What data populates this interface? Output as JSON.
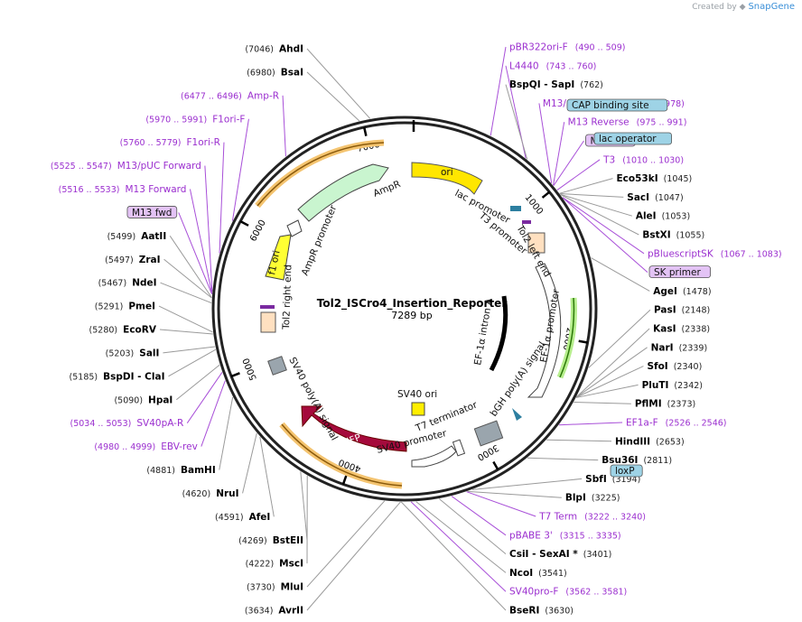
{
  "logo": {
    "prefix": "Created by",
    "brand": "SnapGene"
  },
  "plasmid": {
    "name": "Tol2_ISCro4_Insertion_Reporter",
    "size_label": "7289 bp",
    "length": 7289
  },
  "ticks": [
    {
      "pos": 1000,
      "label": "1000"
    },
    {
      "pos": 2000,
      "label": "2000"
    },
    {
      "pos": 3000,
      "label": "3000"
    },
    {
      "pos": 4000,
      "label": "4000"
    },
    {
      "pos": 5000,
      "label": "5000"
    },
    {
      "pos": 6000,
      "label": "6000"
    },
    {
      "pos": 7000,
      "label": "7000"
    }
  ],
  "sites": [
    {
      "name": "AhdI",
      "num": "(7046)",
      "pos": 7046,
      "side": "L"
    },
    {
      "name": "BsaI",
      "num": "(6980)",
      "pos": 6980,
      "side": "L"
    },
    {
      "name": "BspQI   - SapI",
      "num": "(762)",
      "pos": 762,
      "side": "R"
    },
    {
      "name": "Eco53kI",
      "num": "(1045)",
      "pos": 1045,
      "side": "R"
    },
    {
      "name": "SacI",
      "num": "(1047)",
      "pos": 1047,
      "side": "R"
    },
    {
      "name": "AleI",
      "num": "(1053)",
      "pos": 1053,
      "side": "R"
    },
    {
      "name": "BstXI",
      "num": "(1055)",
      "pos": 1055,
      "side": "R"
    },
    {
      "name": "AgeI",
      "num": "(1478)",
      "pos": 1478,
      "side": "R"
    },
    {
      "name": "PasI",
      "num": "(2148)",
      "pos": 2148,
      "side": "R"
    },
    {
      "name": "KasI",
      "num": "(2338)",
      "pos": 2338,
      "side": "R"
    },
    {
      "name": "NarI",
      "num": "(2339)",
      "pos": 2339,
      "side": "R"
    },
    {
      "name": "SfoI",
      "num": "(2340)",
      "pos": 2340,
      "side": "R"
    },
    {
      "name": "PluTI",
      "num": "(2342)",
      "pos": 2342,
      "side": "R"
    },
    {
      "name": "PflMI",
      "num": "(2373)",
      "pos": 2373,
      "side": "R"
    },
    {
      "name": "HindIII",
      "num": "(2653)",
      "pos": 2653,
      "side": "R"
    },
    {
      "name": "Bsu36I",
      "num": "(2811)",
      "pos": 2811,
      "side": "R"
    },
    {
      "name": "SbfI",
      "num": "(3194)",
      "pos": 3194,
      "side": "R"
    },
    {
      "name": "BlpI",
      "num": "(3225)",
      "pos": 3225,
      "side": "R"
    },
    {
      "name": "CsiI   - SexAI *",
      "num": "(3401)",
      "pos": 3401,
      "side": "R"
    },
    {
      "name": "NcoI",
      "num": "(3541)",
      "pos": 3541,
      "side": "R"
    },
    {
      "name": "BseRI",
      "num": "(3630)",
      "pos": 3630,
      "side": "R"
    },
    {
      "name": "AvrII",
      "num": "(3634)",
      "pos": 3634,
      "side": "L"
    },
    {
      "name": "MluI",
      "num": "(3730)",
      "pos": 3730,
      "side": "L"
    },
    {
      "name": "MscI",
      "num": "(4222)",
      "pos": 4222,
      "side": "L"
    },
    {
      "name": "BstEII",
      "num": "(4269)",
      "pos": 4269,
      "side": "L"
    },
    {
      "name": "AfeI",
      "num": "(4591)",
      "pos": 4591,
      "side": "L"
    },
    {
      "name": "NruI",
      "num": "(4620)",
      "pos": 4620,
      "side": "L"
    },
    {
      "name": "BamHI",
      "num": "(4881)",
      "pos": 4881,
      "side": "L"
    },
    {
      "name": "HpaI",
      "num": "(5090)",
      "pos": 5090,
      "side": "L"
    },
    {
      "name": "BspDI   - ClaI",
      "num": "(5185)",
      "pos": 5185,
      "side": "L"
    },
    {
      "name": "SalI",
      "num": "(5203)",
      "pos": 5203,
      "side": "L"
    },
    {
      "name": "EcoRV",
      "num": "(5280)",
      "pos": 5280,
      "side": "L"
    },
    {
      "name": "PmeI",
      "num": "(5291)",
      "pos": 5291,
      "side": "L"
    },
    {
      "name": "NdeI",
      "num": "(5467)",
      "pos": 5467,
      "side": "L"
    },
    {
      "name": "ZraI",
      "num": "(5497)",
      "pos": 5497,
      "side": "L"
    },
    {
      "name": "AatII",
      "num": "(5499)",
      "pos": 5499,
      "side": "L"
    }
  ],
  "primers": [
    {
      "name": "pBR322ori-F",
      "range": "(490 .. 509)",
      "pos": 500,
      "side": "R",
      "boxed": false
    },
    {
      "name": "L4440",
      "range": "(743 .. 760)",
      "pos": 751,
      "side": "R",
      "boxed": false
    },
    {
      "name": "M13/pUC Reverse",
      "range": "(956 .. 978)",
      "pos": 967,
      "side": "R",
      "boxed": false
    },
    {
      "name": "M13 Reverse",
      "range": "(975 .. 991)",
      "pos": 983,
      "side": "R",
      "boxed": false
    },
    {
      "name": "M13 rev",
      "range": "",
      "pos": 986,
      "side": "R",
      "boxed": true
    },
    {
      "name": "T3",
      "range": "(1010 .. 1030)",
      "pos": 1020,
      "side": "R",
      "boxed": false
    },
    {
      "name": "pBluescriptSK",
      "range": "(1067 .. 1083)",
      "pos": 1075,
      "side": "R",
      "boxed": false
    },
    {
      "name": "SK primer",
      "range": "",
      "pos": 1078,
      "side": "R",
      "boxed": true
    },
    {
      "name": "EF1a-F",
      "range": "(2526 .. 2546)",
      "pos": 2536,
      "side": "R",
      "boxed": false
    },
    {
      "name": "T7 Term",
      "range": "(3222 .. 3240)",
      "pos": 3231,
      "side": "R",
      "boxed": false
    },
    {
      "name": "pBABE 3'",
      "range": "(3315 .. 3335)",
      "pos": 3325,
      "side": "R",
      "boxed": false
    },
    {
      "name": "SV40pro-F",
      "range": "(3562 .. 3581)",
      "pos": 3571,
      "side": "R",
      "boxed": false
    },
    {
      "name": "EBV-rev",
      "range": "(4980 .. 4999)",
      "pos": 4990,
      "side": "L",
      "boxed": false
    },
    {
      "name": "SV40pA-R",
      "range": "(5034 .. 5053)",
      "pos": 5043,
      "side": "L",
      "boxed": false
    },
    {
      "name": "M13 fwd",
      "range": "",
      "pos": 5520,
      "side": "L",
      "boxed": true
    },
    {
      "name": "M13 Forward",
      "range": "(5516 .. 5533)",
      "pos": 5524,
      "side": "L",
      "boxed": false
    },
    {
      "name": "M13/pUC Forward",
      "range": "(5525 .. 5547)",
      "pos": 5536,
      "side": "L",
      "boxed": false
    },
    {
      "name": "F1ori-R",
      "range": "(5760 .. 5779)",
      "pos": 5770,
      "side": "L",
      "boxed": false
    },
    {
      "name": "F1ori-F",
      "range": "(5970 .. 5991)",
      "pos": 5980,
      "side": "L",
      "boxed": false
    },
    {
      "name": "Amp-R",
      "range": "(6477 .. 6496)",
      "pos": 6486,
      "side": "L",
      "boxed": false
    }
  ],
  "features": [
    {
      "name": "CAP binding site",
      "type": "box",
      "color": "#9ed3e6"
    },
    {
      "name": "lac operator",
      "type": "box",
      "color": "#9ed3e6"
    },
    {
      "name": "loxP",
      "type": "box",
      "color": "#9ed3e6"
    },
    {
      "name": "ori",
      "color": "#ffe600"
    },
    {
      "name": "AmpR",
      "color": "#c9f5cf"
    },
    {
      "name": "AmpR promoter",
      "color": "#ffffff"
    },
    {
      "name": "f1 ori",
      "color": "#ffff33"
    },
    {
      "name": "lac promoter",
      "color": "#ffffff"
    },
    {
      "name": "T3 promoter",
      "color": "#ffffff"
    },
    {
      "name": "Tol2 left end",
      "color": "#ffe0c0"
    },
    {
      "name": "Tol2 right end",
      "color": "#ffe0c0"
    },
    {
      "name": "EF-1α promoter",
      "color": "#ffffff"
    },
    {
      "name": "EF-1α intron A",
      "color": "#000000"
    },
    {
      "name": "bGH poly(A) signal",
      "color": "#9aa5ad"
    },
    {
      "name": "SV40 ori",
      "color": "#ffee00"
    },
    {
      "name": "T7 terminator",
      "color": "#ffffff"
    },
    {
      "name": "SV40 promoter",
      "color": "#ffffff"
    },
    {
      "name": "mIFP",
      "color": "#a50a3c"
    },
    {
      "name": "SV40 poly(A) signal",
      "color": "#9aa5ad"
    }
  ]
}
